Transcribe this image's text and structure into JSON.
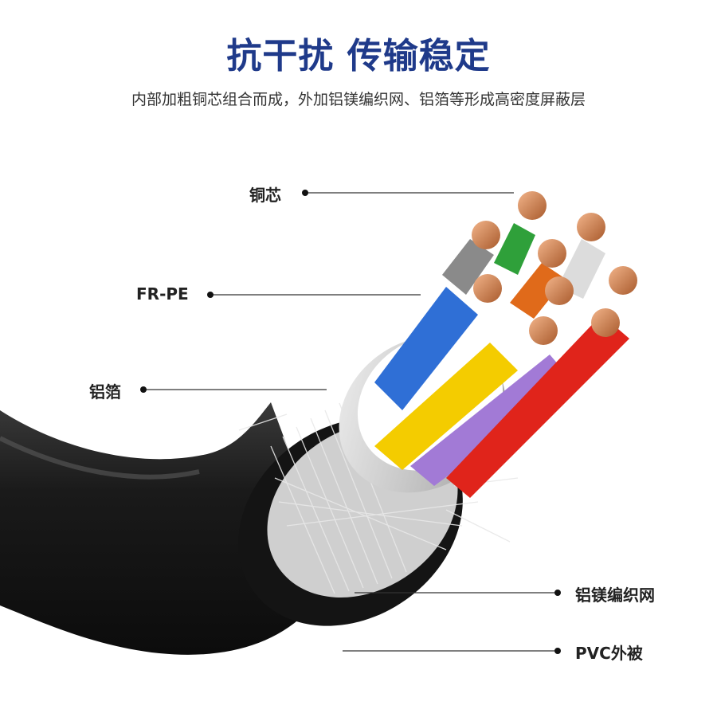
{
  "header": {
    "title": "抗干扰 传输稳定",
    "subtitle": "内部加粗铜芯组合而成，外加铝镁编织网、铝箔等形成高密度屏蔽层"
  },
  "callouts": {
    "copper_core": "铜芯",
    "fr_pe": "FR-PE",
    "aluminum_foil": "铝箔",
    "braided_mesh": "铝镁编织网",
    "pvc_jacket": "PVC外被"
  },
  "colors": {
    "title": "#1f3a8a",
    "jacket": "#1b1b1b",
    "copper": "#d98b5a",
    "wire_blue": "#2f6fd6",
    "wire_yellow": "#f4cc00",
    "wire_purple": "#a27ad6",
    "wire_red": "#e0241b",
    "wire_green": "#2fa03a",
    "wire_orange": "#e06a1a",
    "wire_gray": "#8a8a8a"
  }
}
